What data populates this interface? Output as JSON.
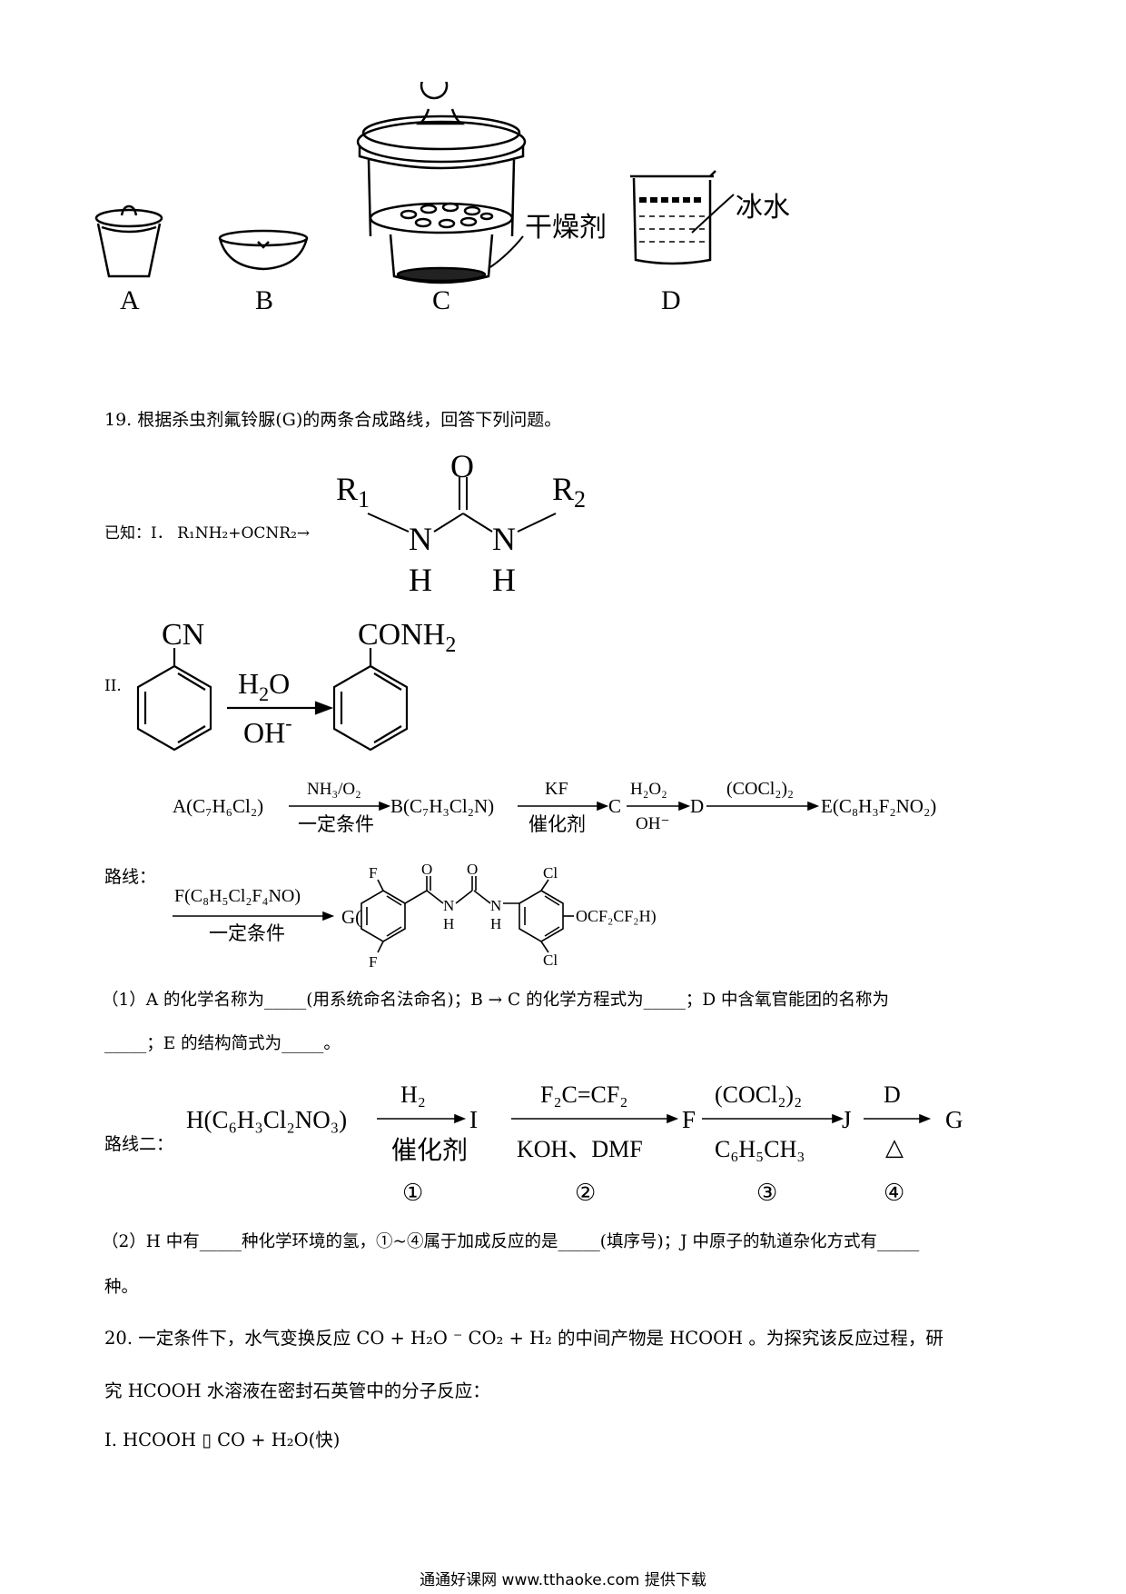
{
  "figure": {
    "labels": [
      "A",
      "B",
      "C",
      "D"
    ],
    "desiccant_label": "干燥剂",
    "ice_water_label": "冰水"
  },
  "q19": {
    "stem": "19. 根据杀虫剂氟铃脲(G)的两条合成路线，回答下列问题。",
    "known_I_prefix": "已知：I． R₁NH₂+OCNR₂→",
    "urea": {
      "R1": "R",
      "R1_sub": "1",
      "R2": "R",
      "R2_sub": "2",
      "O": "O",
      "N": "N",
      "H": "H"
    },
    "known_II_label": "II.",
    "known_II": {
      "left_group": "CN",
      "right_group": "CONH",
      "right_sub": "2",
      "reagent_top": "H",
      "reagent_top_sub": "2",
      "reagent_top_o": "O",
      "reagent_bottom": "OH",
      "reagent_bottom_sup": "-"
    },
    "route1": {
      "A": "A(C₇H₆Cl₂)",
      "step1_top": "NH₃/O₂",
      "step1_bottom": "一定条件",
      "B": "B(C₇H₃Cl₂N)",
      "step2_top": "KF",
      "step2_bottom": "催化剂",
      "C": "C",
      "step3_top": "H₂O₂",
      "step3_bottom": "OH⁻",
      "D": "D",
      "step4_top": "(COCl₂)₂",
      "E": "E(C₈H₃F₂NO₂)",
      "label": "路线：",
      "step5_top": "F(C₈H₅Cl₂F₄NO)",
      "step5_bottom": "一定条件",
      "G_prefix": "G(",
      "G_struct": {
        "F_top": "F",
        "F_bottom": "F",
        "O1": "O",
        "O2": "O",
        "N1": "N",
        "N2": "N",
        "H1": "H",
        "H2": "H",
        "Cl_top": "Cl",
        "Cl_bottom": "Cl",
        "OR": "OCF₂CF₂H)"
      }
    },
    "q1_line1": "（1）A 的化学名称为_____(用系统命名法命名)；B → C 的化学方程式为_____；D 中含氧官能团的名称为",
    "q1_line2": "_____；E 的结构简式为_____。",
    "route2": {
      "label": "路线二：",
      "H": "H(C₆H₃Cl₂NO₃)",
      "s1_top": "H₂",
      "s1_bottom": "催化剂",
      "I": "I",
      "s2_top": "F₂C=CF₂",
      "s2_bottom": "KOH、DMF",
      "F": "F",
      "s3_top": "(COCl₂)₂",
      "s3_bottom": "C₆H₅CH₃",
      "J": "J",
      "s4_top": "D",
      "s4_bottom": "△",
      "G": "G",
      "step_numbers": [
        "①",
        "②",
        "③",
        "④"
      ]
    },
    "q2_line1": "（2）H 中有_____种化学环境的氢，①~④属于加成反应的是_____(填序号)；J 中原子的轨道杂化方式有_____",
    "q2_line2": "种。"
  },
  "q20": {
    "line1": "20. 一定条件下，水气变换反应 CO + H₂O ⁻   CO₂ + H₂ 的中间产物是 HCOOH 。为探究该反应过程，研",
    "line2": "究 HCOOH 水溶液在密封石英管中的分子反应：",
    "line3": "I.  HCOOH ▯   CO + H₂O(快)"
  },
  "footer": "通通好课网 www.tthaoke.com 提供下载"
}
